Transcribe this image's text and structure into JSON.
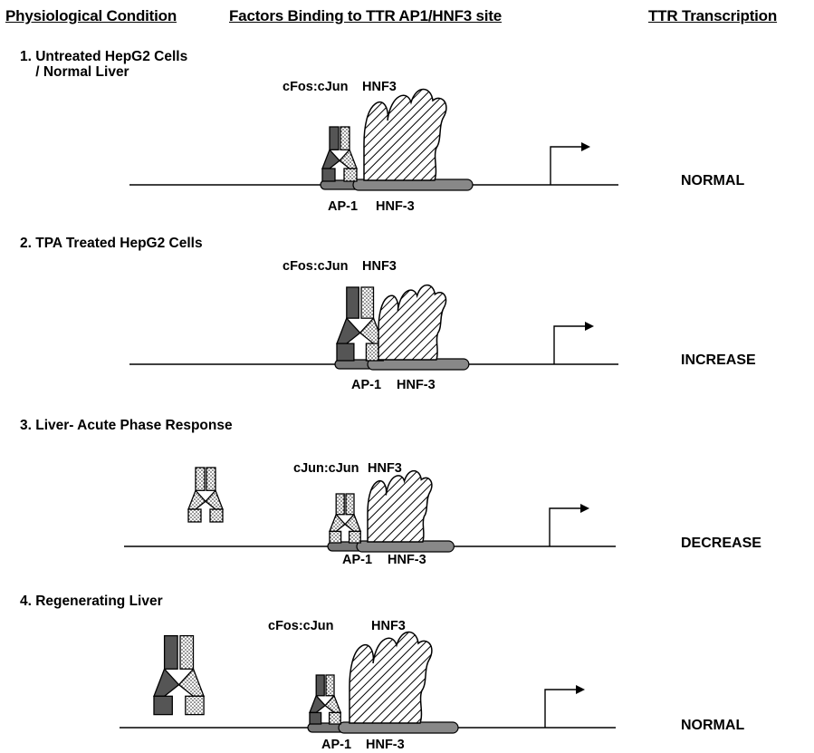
{
  "headers": {
    "col1": "Physiological Condition",
    "col2": "Factors Binding to TTR AP1/HNF3 site",
    "col3": "TTR Transcription"
  },
  "panels": [
    {
      "condition": "1. Untreated HepG2 Cells\n    / Normal Liver",
      "complex": "cFos:cJun",
      "factor": "HNF3",
      "site1": "AP-1",
      "site2": "HNF-3",
      "outcome": "NORMAL"
    },
    {
      "condition": "2. TPA Treated HepG2 Cells",
      "complex": "cFos:cJun",
      "factor": "HNF3",
      "site1": "AP-1",
      "site2": "HNF-3",
      "outcome": "INCREASE"
    },
    {
      "condition": "3. Liver- Acute Phase Response",
      "complex": "cJun:cJun",
      "factor": "HNF3",
      "site1": "AP-1",
      "site2": "HNF-3",
      "outcome": "DECREASE"
    },
    {
      "condition": "4. Regenerating Liver",
      "complex": "cFos:cJun",
      "factor": "HNF3",
      "site1": "AP-1",
      "site2": "HNF-3",
      "outcome": "NORMAL"
    }
  ]
}
